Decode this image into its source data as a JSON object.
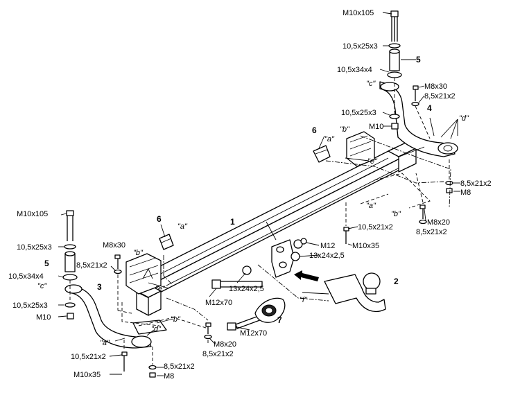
{
  "diagram": {
    "labels": {
      "bolt_top_right": "M10x105",
      "washer_top_right": "10,5x25x3",
      "washer_thick_right": "10,5x34x4",
      "bolt_m8x30_right": "M8x30",
      "washer_8_right_top": "8,5x21x2",
      "washer_lower_right": "10,5x25x3",
      "nut_m10_right": "M10",
      "washer_8_right_bottom": "8,5x21x2",
      "nut_m8_right": "M8",
      "bolt_m8x20_right": "M8x20",
      "washer_8_right_mid": "8,5x21x2",
      "washer_10_center": "10,5x21x2",
      "bolt_m10x35_center": "M10x35",
      "nut_m12": "M12",
      "washer_13_right": "13x24x2,5",
      "washer_13_center": "13x24x2,5",
      "bolt_m12x70_upper": "M12x70",
      "bolt_m12x70_lower": "M12x70",
      "bolt_top_left": "M10x105",
      "washer_top_left": "10,5x25x3",
      "washer_thick_left": "10,5x34x4",
      "washer_lower_left": "10,5x25x3",
      "nut_m10_left": "M10",
      "bolt_m8x30_left": "M8x30",
      "washer_8_left": "8,5x21x2",
      "washer_10_left": "10,5x21x2",
      "bolt_m10x35_left": "M10x35",
      "washer_8_left_bottom": "8,5x21x2",
      "nut_m8_left": "M8",
      "bolt_m8x20_left": "M8x20",
      "washer_8_left_mid": "8,5x21x2"
    },
    "part_numbers": {
      "crossbar": "1",
      "towball": "2",
      "left_bracket": "3",
      "right_bracket": "4",
      "spacer_right": "5",
      "spacer_left": "5",
      "clip_right": "6",
      "clip_left": "6",
      "socket_plate": "7"
    },
    "markers": {
      "a_right_top": "\"a\"",
      "b_right_top": "\"b\"",
      "c_right": "\"c\"",
      "d_right": "\"d\"",
      "e_right": "\"e\"",
      "a_right_mid": "\"a\"",
      "b_right_mid": "\"b\"",
      "a_left_top": "\"a\"",
      "b_left_top": "\"b\"",
      "c_left": "\"c\"",
      "e_left": "\"e\"",
      "b_left_bottom": "\"b\"",
      "d_left": "\"d\"",
      "a_left_bottom": "\"a\"",
      "f_center": "\"f\""
    }
  }
}
